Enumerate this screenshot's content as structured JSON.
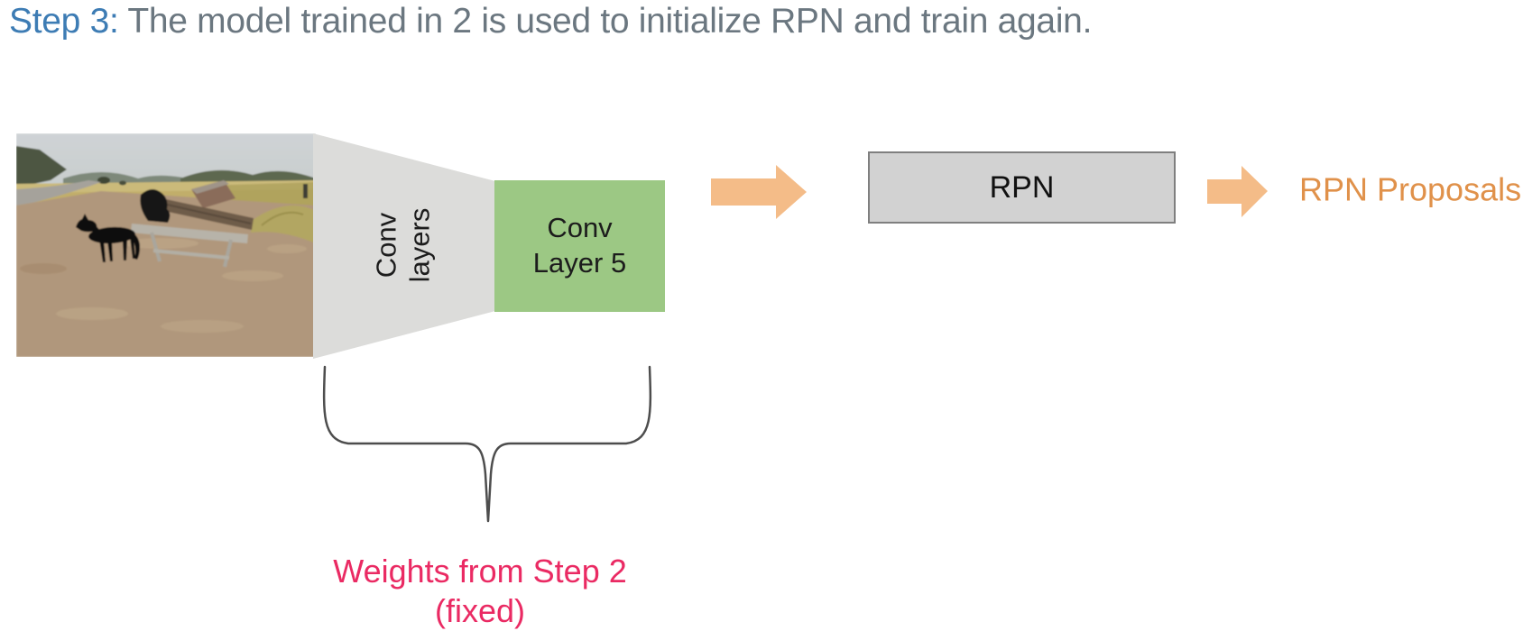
{
  "title": {
    "prefix": "Step 3:",
    "rest": "The model trained in 2 is used to initialize RPN and train again."
  },
  "pipeline": {
    "input_photo": {
      "description": "Photograph of a black dog standing beside a wooden park bench on a dirt clearing with grassy hills and an overcast sky"
    },
    "conv_layers": {
      "line1": "Conv",
      "line2": "layers"
    },
    "conv_layer5": {
      "line1": "Conv",
      "line2": "Layer 5"
    },
    "rpn": {
      "label": "RPN"
    },
    "output": {
      "label": "RPN Proposals"
    }
  },
  "annotation": {
    "line1": "Weights from Step 2",
    "line2": "(fixed)"
  },
  "colors": {
    "step_accent": "#3d7cb4",
    "title_text": "#6b7780",
    "conv_trapezoid_fill": "#dcdcda",
    "conv_layer5_fill": "#9cc884",
    "rpn_fill": "#d2d2d2",
    "rpn_border": "#7f7f7f",
    "arrow_fill": "#f4bc88",
    "output_text": "#e0914a",
    "annotation_text": "#ea2a63",
    "brace_stroke": "#4d4d4d"
  }
}
